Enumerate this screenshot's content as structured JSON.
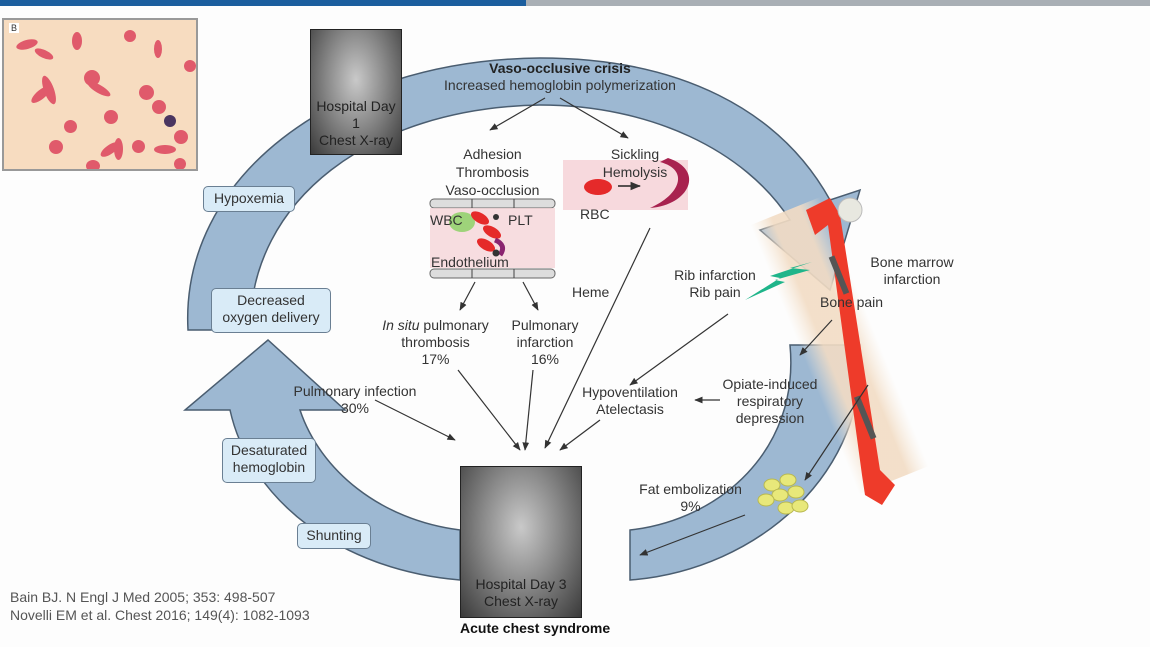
{
  "title_center": {
    "heading": "Vaso-occlusive crisis",
    "subheading": "Increased hemoglobin polymerization"
  },
  "xray_day1": {
    "line1": "Hospital Day 1",
    "line2": "Chest X-ray"
  },
  "xray_day3": {
    "line1": "Hospital Day 3",
    "line2": "Chest X-ray",
    "caption": "Acute chest syndrome"
  },
  "smear": {
    "panel_label": "B"
  },
  "cycle_boxes": {
    "hypoxemia": "Hypoxemia",
    "decreased_o2_line1": "Decreased",
    "decreased_o2_line2": "oxygen delivery",
    "desaturated_line1": "Desaturated",
    "desaturated_line2": "hemoglobin",
    "shunting": "Shunting"
  },
  "adhesion": {
    "line1": "Adhesion",
    "line2": "Thrombosis",
    "line3": "Vaso-occlusion",
    "wbc": "WBC",
    "plt": "PLT",
    "endothelium": "Endothelium"
  },
  "sickling": {
    "line1": "Sickling",
    "line2": "Hemolysis",
    "rbc": "RBC"
  },
  "heme": "Heme",
  "rib": {
    "line1": "Rib infarction",
    "line2": "Rib pain"
  },
  "bone": {
    "marrow_line1": "Bone marrow",
    "marrow_line2": "infarction",
    "pain": "Bone pain"
  },
  "insitu": {
    "line1_italic": "In situ",
    "line1_rest": " pulmonary",
    "line2": "thrombosis",
    "pct": "17%"
  },
  "infarction": {
    "line1": "Pulmonary",
    "line2": "infarction",
    "pct": "16%"
  },
  "infection": {
    "line1": "Pulmonary infection",
    "pct": "30%"
  },
  "hypovent": {
    "line1": "Hypoventilation",
    "line2": "Atelectasis"
  },
  "opiate": {
    "line1": "Opiate-induced",
    "line2": "respiratory",
    "line3": "depression"
  },
  "fat": {
    "line1": "Fat embolization",
    "pct": "9%"
  },
  "citations": [
    "Bain BJ. N Engl J Med 2005; 353: 498-507",
    "Novelli EM et al. Chest 2016; 149(4): 1082-1093"
  ],
  "colors": {
    "cycle_fill": "#9db8d2",
    "cycle_stroke": "#4a5d70",
    "box_fill": "#d9ebf7",
    "bone_red": "#ee3b2a",
    "lightning": "#1fb58a",
    "top_blue": "#1b5e9e"
  }
}
